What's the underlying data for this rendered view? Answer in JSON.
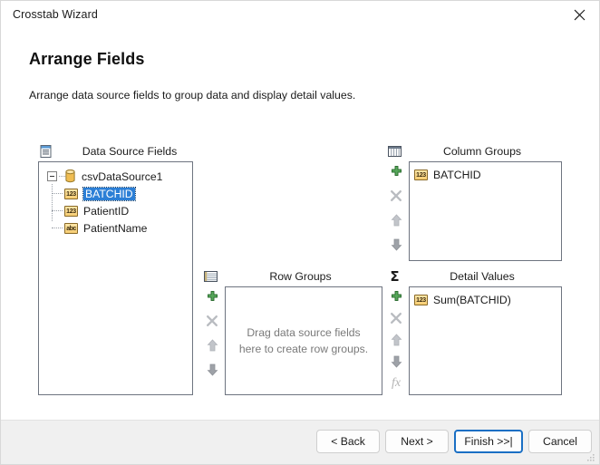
{
  "window": {
    "title": "Crosstab Wizard",
    "close_icon": "close-icon"
  },
  "header": {
    "title": "Arrange Fields",
    "description": "Arrange data source fields to group data and display detail values."
  },
  "panels": {
    "data_source_fields": {
      "label": "Data Source Fields",
      "icon": "data-source-fields-icon",
      "tree": {
        "root": {
          "label": "csvDataSource1",
          "icon": "database-icon",
          "expanded": true
        },
        "children": [
          {
            "label": "BATCHID",
            "icon": "numeric-field-icon",
            "icon_text": "123",
            "selected": true
          },
          {
            "label": "PatientID",
            "icon": "numeric-field-icon",
            "icon_text": "123",
            "selected": false
          },
          {
            "label": "PatientName",
            "icon": "text-field-icon",
            "icon_text": "abc",
            "selected": false
          }
        ]
      }
    },
    "column_groups": {
      "label": "Column Groups",
      "icon": "column-groups-icon",
      "items": [
        {
          "label": "BATCHID",
          "icon": "numeric-field-icon",
          "icon_text": "123"
        }
      ],
      "placeholder": "",
      "tools": [
        {
          "name": "add-column-group-button",
          "icon": "plus-icon",
          "enabled": true
        },
        {
          "name": "remove-column-group-button",
          "icon": "close-x-icon",
          "enabled": false
        },
        {
          "name": "move-column-group-up-button",
          "icon": "arrow-up-icon",
          "enabled": false
        },
        {
          "name": "move-column-group-down-button",
          "icon": "arrow-down-icon",
          "enabled": false
        }
      ]
    },
    "row_groups": {
      "label": "Row Groups",
      "icon": "row-groups-icon",
      "items": [],
      "placeholder": "Drag data source fields here to create row groups.",
      "tools": [
        {
          "name": "add-row-group-button",
          "icon": "plus-icon",
          "enabled": true
        },
        {
          "name": "remove-row-group-button",
          "icon": "close-x-icon",
          "enabled": false
        },
        {
          "name": "move-row-group-up-button",
          "icon": "arrow-up-icon",
          "enabled": false
        },
        {
          "name": "move-row-group-down-button",
          "icon": "arrow-down-icon",
          "enabled": false
        }
      ]
    },
    "detail_values": {
      "label": "Detail Values",
      "icon": "sigma-icon",
      "items": [
        {
          "label": "Sum(BATCHID)",
          "icon": "numeric-field-icon",
          "icon_text": "123"
        }
      ],
      "placeholder": "",
      "tools": [
        {
          "name": "add-detail-value-button",
          "icon": "plus-icon",
          "enabled": true
        },
        {
          "name": "remove-detail-value-button",
          "icon": "close-x-icon",
          "enabled": false
        },
        {
          "name": "move-detail-value-up-button",
          "icon": "arrow-up-icon",
          "enabled": false
        },
        {
          "name": "move-detail-value-down-button",
          "icon": "arrow-down-icon",
          "enabled": false
        },
        {
          "name": "edit-expression-button",
          "icon": "fx-icon",
          "enabled": false
        }
      ]
    }
  },
  "footer": {
    "back_label": "< Back",
    "next_label": "Next >",
    "finish_label": "Finish >>|",
    "cancel_label": "Cancel"
  },
  "colors": {
    "selection_blue": "#2c7fd6",
    "focus_blue": "#1a6fc4",
    "panel_border": "#6e7480",
    "footer_bg": "#f0f0f0",
    "field_icon_fill": "#f6cc72",
    "add_green": "#3f9640",
    "disabled_gray": "#b4b4b4"
  }
}
